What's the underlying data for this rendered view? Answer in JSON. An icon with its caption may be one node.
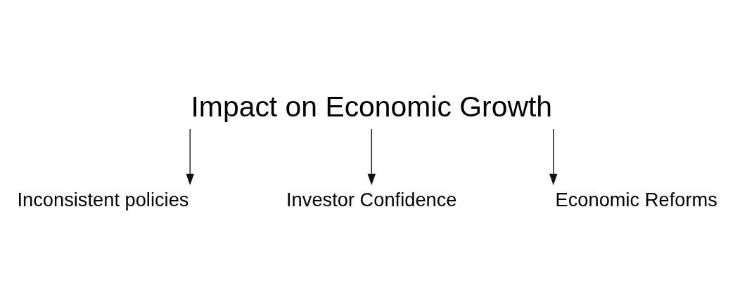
{
  "diagram": {
    "nodes": [
      {
        "text": [
          "Impact on Economic Growth"
        ]
      },
      {
        "text": [
          "Inconsistent policies"
        ]
      },
      {
        "text": [
          "Investor Confidence"
        ]
      },
      {
        "text": [
          "Economic Reforms"
        ]
      }
    ],
    "edges": [
      {
        "from": 0,
        "to": 1,
        "arrow": "to"
      },
      {
        "from": 0,
        "to": 2,
        "arrow": "to"
      },
      {
        "from": 0,
        "to": 3,
        "arrow": "to"
      }
    ]
  }
}
